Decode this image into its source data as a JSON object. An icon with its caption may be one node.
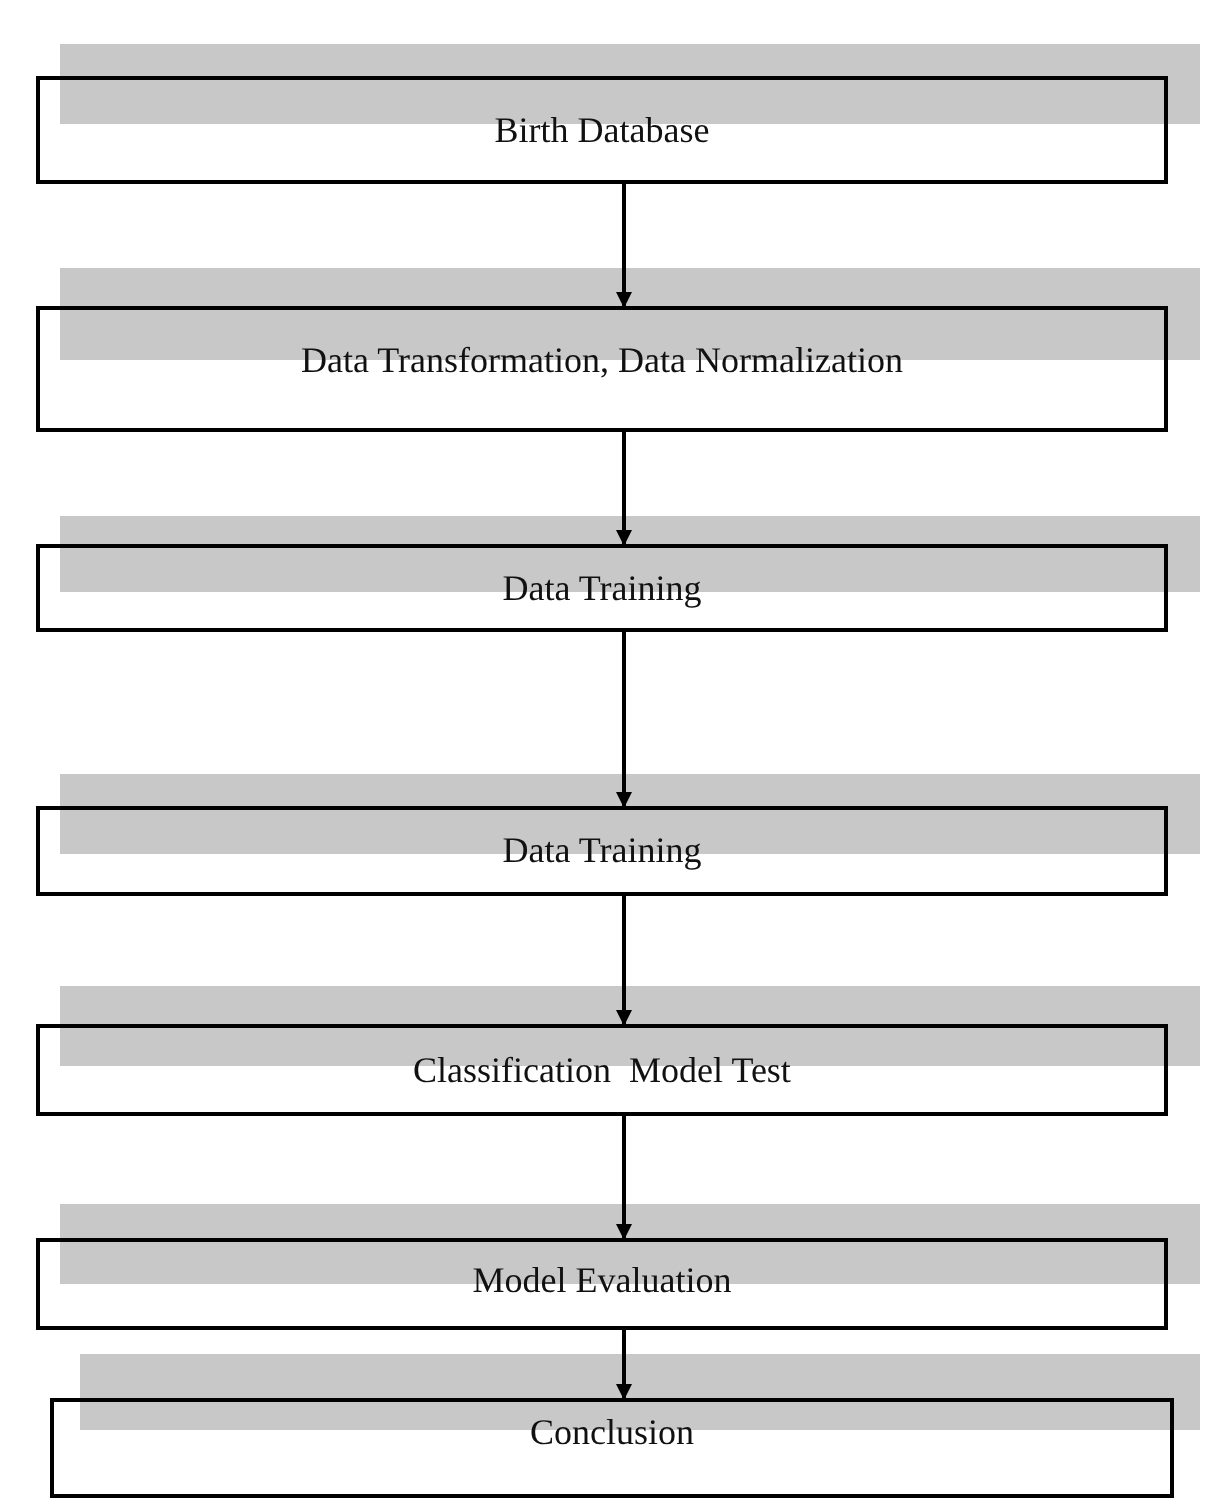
{
  "diagram": {
    "nodes": [
      {
        "text": [
          "Birth Database"
        ]
      },
      {
        "text": [
          "Data Transformation, Data Normalization"
        ]
      },
      {
        "text": [
          "Data Training"
        ]
      },
      {
        "text": [
          "Data Training"
        ]
      },
      {
        "text": [
          "Classification  Model Test"
        ]
      },
      {
        "text": [
          "Model Evaluation"
        ]
      },
      {
        "text": [
          "Conclusion"
        ]
      }
    ],
    "edges": [
      {
        "from": 0,
        "to": 1,
        "arrow": "to"
      },
      {
        "from": 1,
        "to": 2,
        "arrow": "to"
      },
      {
        "from": 2,
        "to": 3,
        "arrow": "to"
      },
      {
        "from": 3,
        "to": 4,
        "arrow": "to"
      },
      {
        "from": 4,
        "to": 5,
        "arrow": "to"
      },
      {
        "from": 5,
        "to": 6,
        "arrow": "to"
      }
    ]
  }
}
